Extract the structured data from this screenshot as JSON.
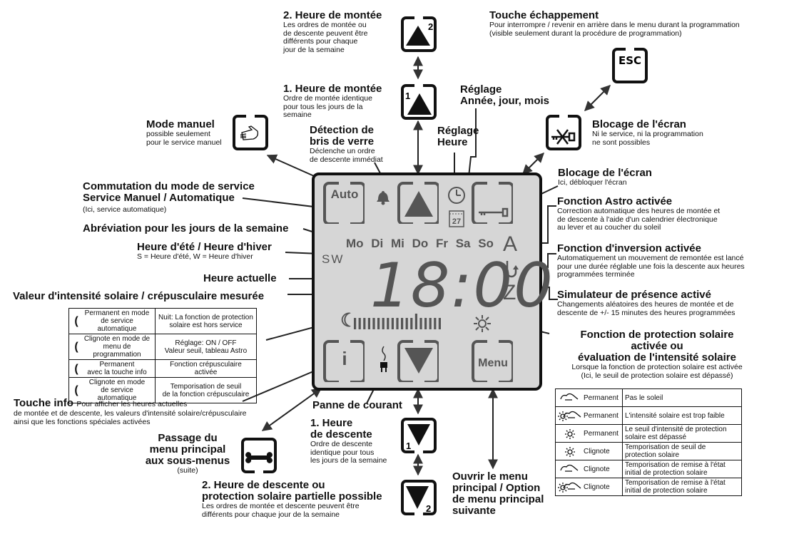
{
  "annotations": {
    "heure_montee_2": {
      "title": "2. Heure de montée",
      "desc": [
        "Les ordres de montée ou",
        "de descente peuvent être",
        "différents pour chaque",
        "jour de la semaine"
      ]
    },
    "heure_montee_1": {
      "title": "1. Heure de montée",
      "desc": [
        "Ordre de montée identique",
        "pour tous les jours de la",
        "semaine"
      ]
    },
    "touche_echappement": {
      "title": "Touche échappement",
      "desc": [
        "Pour interrompre / revenir en arrière dans le menu durant la programmation",
        "(visible seulement durant la procédure de programmation)"
      ]
    },
    "reglage_date": {
      "title": [
        "Réglage",
        "Année, jour, mois"
      ]
    },
    "reglage_heure": {
      "title": [
        "Réglage",
        "Heure"
      ]
    },
    "mode_manuel": {
      "title": "Mode manuel",
      "desc": [
        "possible seulement",
        "pour le service manuel"
      ]
    },
    "detection_bris": {
      "title": [
        "Détection de",
        "bris de verre"
      ],
      "desc": [
        "Déclenche un ordre",
        "de descente immédiat"
      ]
    },
    "blocage_ecran_1": {
      "title": "Blocage de l'écran",
      "desc": [
        "Ni le service, ni la programmation",
        "ne sont possibles"
      ]
    },
    "blocage_ecran_2": {
      "title": "Blocage de l'écran",
      "desc": [
        "Ici, débloquer l'écran"
      ]
    },
    "commutation": {
      "title": [
        "Commutation du mode de service",
        "Service Manuel / Automatique"
      ],
      "desc": [
        "(Ici, service automatique)"
      ]
    },
    "abreviation_jours": {
      "title": "Abréviation pour les jours de la semaine"
    },
    "heure_ete_hiver": {
      "title": "Heure d'été / Heure d'hiver",
      "desc": [
        "S = Heure d'été, W = Heure d'hiver"
      ]
    },
    "heure_actuelle": {
      "title": "Heure actuelle"
    },
    "valeur_intensite": {
      "title": "Valeur d'intensité solaire / crépusculaire mesurée"
    },
    "fonction_astro": {
      "title": "Fonction Astro activée",
      "desc": [
        "Correction automatique des heures de montée et",
        "de descente à l'aide d'un calendrier électronique",
        "au lever et au coucher du soleil"
      ]
    },
    "fonction_inversion": {
      "title": "Fonction d'inversion activée",
      "desc": [
        "Automatiquement un mouvement de remontée est lancé",
        "pour une durée réglable une fois la descente aux heures",
        "programmées terminée"
      ]
    },
    "simulateur_presence": {
      "title": "Simulateur de présence activé",
      "desc": [
        "Changements aléatoires des heures de montée et de",
        "descente de +/- 15 minutes des heures programmées"
      ]
    },
    "protection_solaire": {
      "title": [
        "Fonction de protection solaire",
        "activée ou",
        "évaluation de l'intensité solaire"
      ],
      "desc": [
        "Lorsque la fonction de protection solaire est activée",
        "(Ici, le seuil de protection solaire est dépassé)"
      ]
    },
    "touche_info": {
      "title": "Touche info",
      "desc_inline": "Pour afficher les heures actuelles",
      "desc": [
        "de montée et de descente, les valeurs d'intensité solaire/crépusculaire",
        "ainsi que les fonctions spéciales activées"
      ]
    },
    "passage_menu": {
      "title": [
        "Passage du",
        "menu principal",
        "aux sous-menus"
      ],
      "desc": [
        "(suite)"
      ]
    },
    "panne_courant": {
      "title": "Panne de courant"
    },
    "heure_descente_1": {
      "title": [
        "1. Heure",
        "de descente"
      ],
      "desc": [
        "Ordre de descente",
        "identique pour tous",
        "les jours de la semaine"
      ]
    },
    "heure_descente_2": {
      "title": [
        "2. Heure de descente ou",
        "protection solaire partielle possible"
      ],
      "desc": [
        "Les ordres de montée et descente peuvent être",
        "différents pour chaque jour de la semaine"
      ]
    },
    "ouvrir_menu": {
      "title": [
        "Ouvrir le menu",
        "principal / Option",
        "de menu principal",
        "suivante"
      ]
    }
  },
  "lcd": {
    "auto_label": "Auto",
    "info_label": "i",
    "menu_label": "Menu",
    "days": "Mo Di Mi Do Fr Sa So",
    "sw": "SW",
    "time": "18:00",
    "calendar_day": "27",
    "astro": "A",
    "presence": "Z"
  },
  "icons": {
    "esc_label": "ESC",
    "up_badge_2": "2",
    "up_badge_1": "1",
    "down_badge_1": "1",
    "down_badge_2": "2"
  },
  "moon_table": [
    {
      "state": [
        "Permanent en mode",
        "de service automatique"
      ],
      "meaning": [
        "Nuit: La fonction de protection",
        "solaire est hors service"
      ]
    },
    {
      "state": [
        "Clignote en mode de",
        "menu de programmation"
      ],
      "meaning": [
        "Réglage: ON / OFF",
        "Valeur seuil, tableau Astro"
      ]
    },
    {
      "state": [
        "Permanent",
        "avec la touche info"
      ],
      "meaning": [
        "Fonction crépusculaire",
        "activée"
      ]
    },
    {
      "state": [
        "Clignote en mode",
        "de service automatique"
      ],
      "meaning": [
        "Temporisation de seuil",
        "de la fonction crépusculaire"
      ]
    }
  ],
  "sun_table": [
    {
      "icon": "cloud-icon",
      "state": "Permanent",
      "meaning": [
        "Pas le soleil"
      ]
    },
    {
      "icon": "sun-cloud-icon",
      "state": "Permanent",
      "meaning": [
        "L'intensité solaire est trop faible"
      ]
    },
    {
      "icon": "sun-icon",
      "state": "Permanent",
      "meaning": [
        "Le seuil d'intensité de protection",
        "solaire est dépassé"
      ]
    },
    {
      "icon": "sun-icon",
      "state": "Clignote",
      "meaning": [
        "Temporisation de seuil de",
        "protection solaire"
      ]
    },
    {
      "icon": "cloud-icon",
      "state": "Clignote",
      "meaning": [
        "Temporisation de remise à l'état",
        "initial de protection solaire"
      ]
    },
    {
      "icon": "sun-cloud-icon",
      "state": "Clignote",
      "meaning": [
        "Temporisation de remise à l'état",
        "initial de protection solaire"
      ]
    }
  ]
}
